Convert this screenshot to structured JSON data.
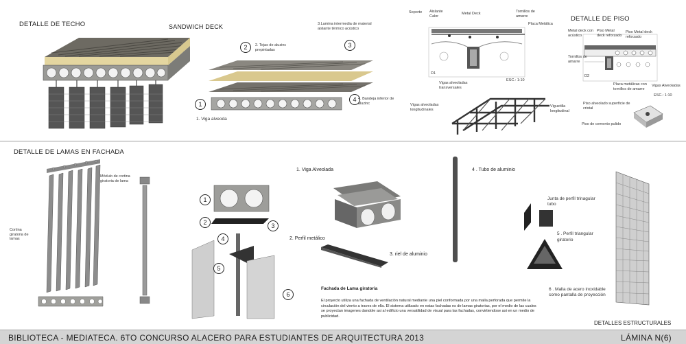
{
  "sections": {
    "techo": "DETALLE DE TECHO",
    "piso": "DETALLE DE PISO",
    "lamas": "DETALLE DE LAMAS EN FACHADA",
    "estructurales": "DETALLES ESTRUCTURALES"
  },
  "techo": {
    "sandwich": "SANDWICH DECK",
    "label3": "3.Lamina intermedia de material aislante térmico acústico",
    "label2": "2. Tejas de aluzinc prepintadas",
    "label4": "4. Bandeja inferior de aluzinc",
    "label1": "1. Viga alveoda",
    "n1": "1",
    "n2": "2",
    "n3": "3",
    "n4": "4"
  },
  "deck": {
    "soporte": "Soporte",
    "aislante": "Aislante Calor",
    "metal_deck": "Metal Deck",
    "tornillos": "Tornillos de amarre",
    "placa": "Placa Metálica",
    "d1": "D1",
    "esc": "ESC.: 1:10"
  },
  "piso": {
    "metal_deck": "Metal deck con acústico",
    "piso_metal": "Piso Metal deck reforzado",
    "piso_metal2": "Piso Metal deck reforzado",
    "tornillos": "Tornillos de amarre",
    "d2": "D2",
    "placas": "Placa metálicas con tornillos de amarre",
    "vigas": "Vigas Alveoladas",
    "esc": "ESC.: 1:10"
  },
  "estructura": {
    "transversales": "Vigas alveoladas transversales",
    "longitudinales": "Vigas alveoladas longitudinales",
    "viguetilla": "Viguetilla longitudinal",
    "piso_alveolado": "Piso alveolado superficie de cristal",
    "piso_cemento": "Piso de cemento pulido"
  },
  "lamas": {
    "modulo": "Módulo de cortina giratoria de lama",
    "cortina": "Cortina giratoria de lamas",
    "n1": "1",
    "n2": "2",
    "n3": "3",
    "n4": "4",
    "n5": "5",
    "n6": "6",
    "viga": "1. Viga Alveolada",
    "perfil": "2. Perfil metálico",
    "riel": "3. riel de aluminio",
    "tubo": "4 . Tubo de aluminio",
    "junta": "Junta de perfil trinagular",
    "tubo2": "tubo",
    "perfil_tri": "5 . Perfil triangular",
    "giratorio": "giratorio",
    "malla": "6 . Malla de acero inoxidable como pantalla de proyección",
    "fachada_title": "Fachada de Lama giratoria",
    "fachada_text": "El proyecto utiliza una fachada de ventilación natural mediante una piel conformada por una malla perforada que permite la circulación del viento a traves de ella. El sistema utilizado en estas fachadas es de lamas giratorias, por el medio de las cuales se proyectan imagenes dandole asi al edificio una versatilidad de visual para las fachadas, convirtiendose asi en un medio de publicidad."
  },
  "footer": {
    "left": "BIBLIOTECA - MEDIATECA.   6TO CONCURSO ALACERO PARA ESTUDIANTES DE ARQUITECTURA 2013",
    "right": "LÁMINA N(6)"
  }
}
